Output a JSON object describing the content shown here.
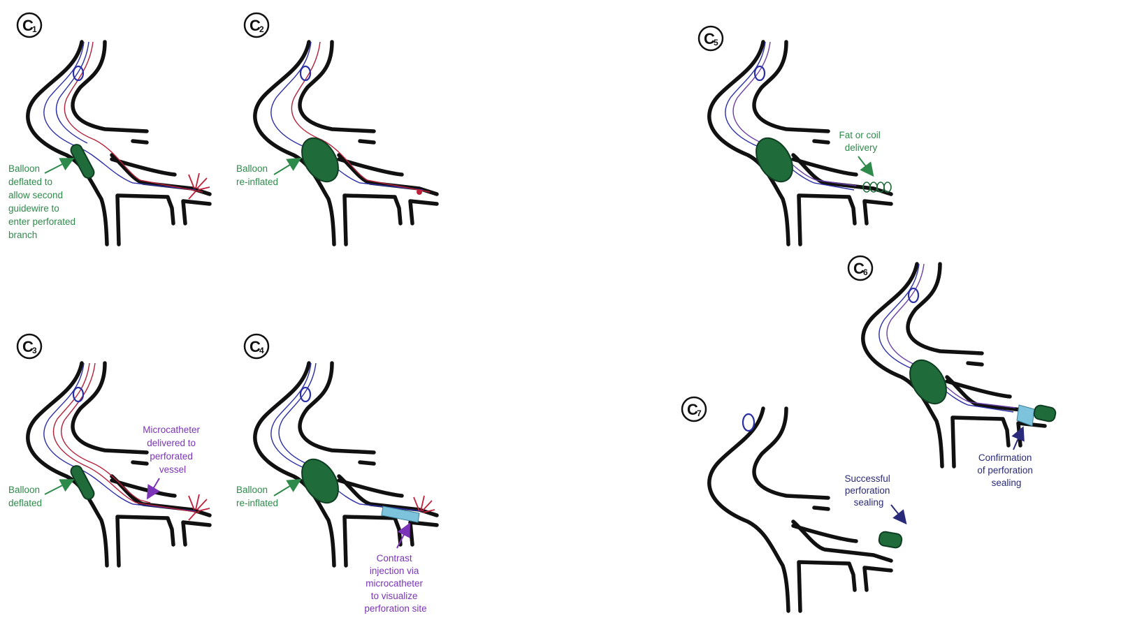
{
  "panels": {
    "c1": {
      "letter": "C",
      "number": "1",
      "label_lines": [
        "Balloon",
        "deflated to",
        "allow second",
        "guidewire to",
        "enter perforated",
        "branch"
      ]
    },
    "c2": {
      "letter": "C",
      "number": "2",
      "label_lines": [
        "Balloon",
        "re-inflated"
      ]
    },
    "c3": {
      "letter": "C",
      "number": "3",
      "label_lines": [
        "Balloon",
        "deflated"
      ],
      "label2_lines": [
        "Microcatheter",
        "delivered to",
        "perforated",
        "vessel"
      ]
    },
    "c4": {
      "letter": "C",
      "number": "4",
      "label_lines": [
        "Balloon",
        "re-inflated"
      ],
      "label2_lines": [
        "Contrast",
        "injection via",
        "microcatheter",
        "to visualize",
        "perforation site"
      ]
    },
    "c5": {
      "letter": "C",
      "number": "5",
      "label_lines": [
        "Fat or coil",
        "delivery"
      ]
    },
    "c6": {
      "letter": "C",
      "number": "6",
      "label_lines": [
        "Confirmation",
        "of perforation",
        "sealing"
      ]
    },
    "c7": {
      "letter": "C",
      "number": "7",
      "label_lines": [
        "Successful",
        "perforation",
        "sealing"
      ]
    }
  },
  "colors": {
    "balloon": "#1f6b3a",
    "label_green": "#2e8a4a",
    "label_purple": "#7b34b8",
    "label_navy": "#2a2a7a",
    "contrast": "#7ec3dc",
    "extravasation": "#c0213a"
  }
}
